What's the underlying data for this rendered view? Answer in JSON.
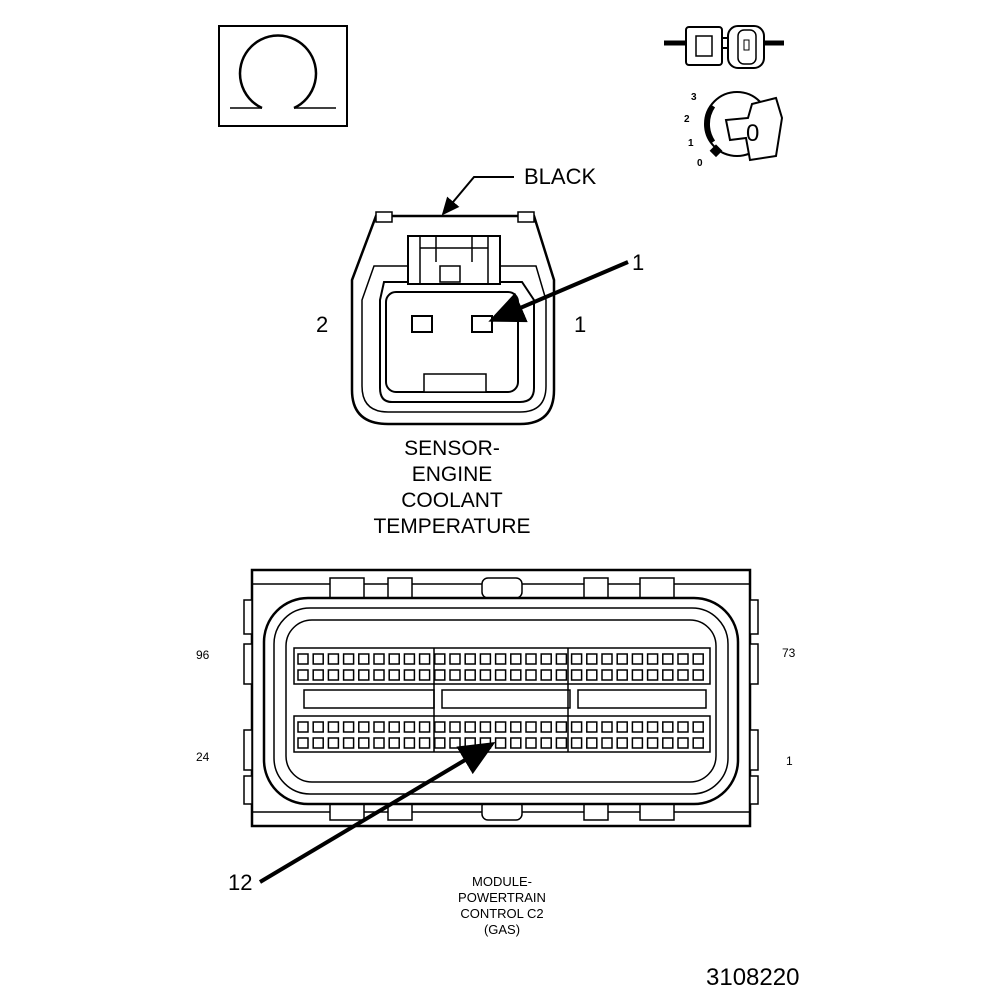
{
  "meter_icon": {
    "symbol": "Ω",
    "icon": "ohmmeter-resistance-icon"
  },
  "ignition_icon": {
    "positions": [
      "3",
      "2",
      "1",
      "0"
    ],
    "key_label": "0",
    "icon": "ignition-key-off-icon"
  },
  "connector_icon": {
    "icon": "disconnected-connector-icon"
  },
  "sensor_connector": {
    "color_label": "BLACK",
    "pin_callout": "1",
    "side_left": "2",
    "side_right": "1",
    "caption": [
      "SENSOR-",
      "ENGINE",
      "COOLANT",
      "TEMPERATURE"
    ]
  },
  "pcm_connector": {
    "corner_top_left": "96",
    "corner_top_right": "73",
    "corner_bottom_left": "24",
    "corner_bottom_right": "1",
    "pin_callout": "12",
    "caption": [
      "MODULE-",
      "POWERTRAIN",
      "CONTROL C2",
      "(GAS)"
    ]
  },
  "figure_number": "3108220"
}
